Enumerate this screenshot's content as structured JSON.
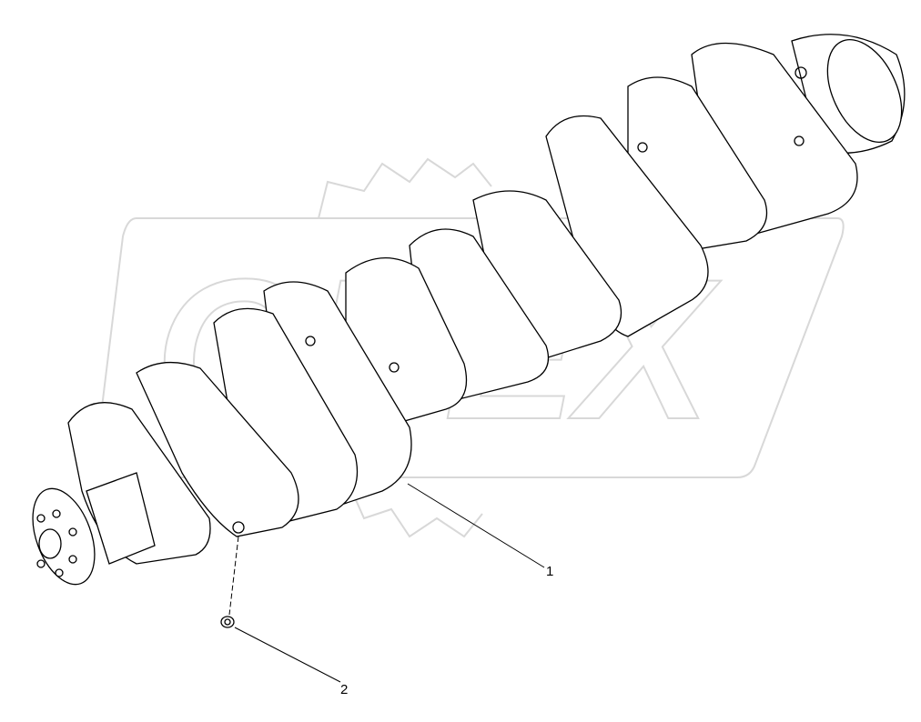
{
  "diagram": {
    "watermark": "OPEX",
    "part": "crankshaft",
    "callouts": [
      {
        "number": "1",
        "target": "crankshaft"
      },
      {
        "number": "2",
        "target": "plug"
      }
    ],
    "colors": {
      "line": "#000000",
      "watermark": "#d8d8d8",
      "fill": "#ffffff"
    }
  }
}
